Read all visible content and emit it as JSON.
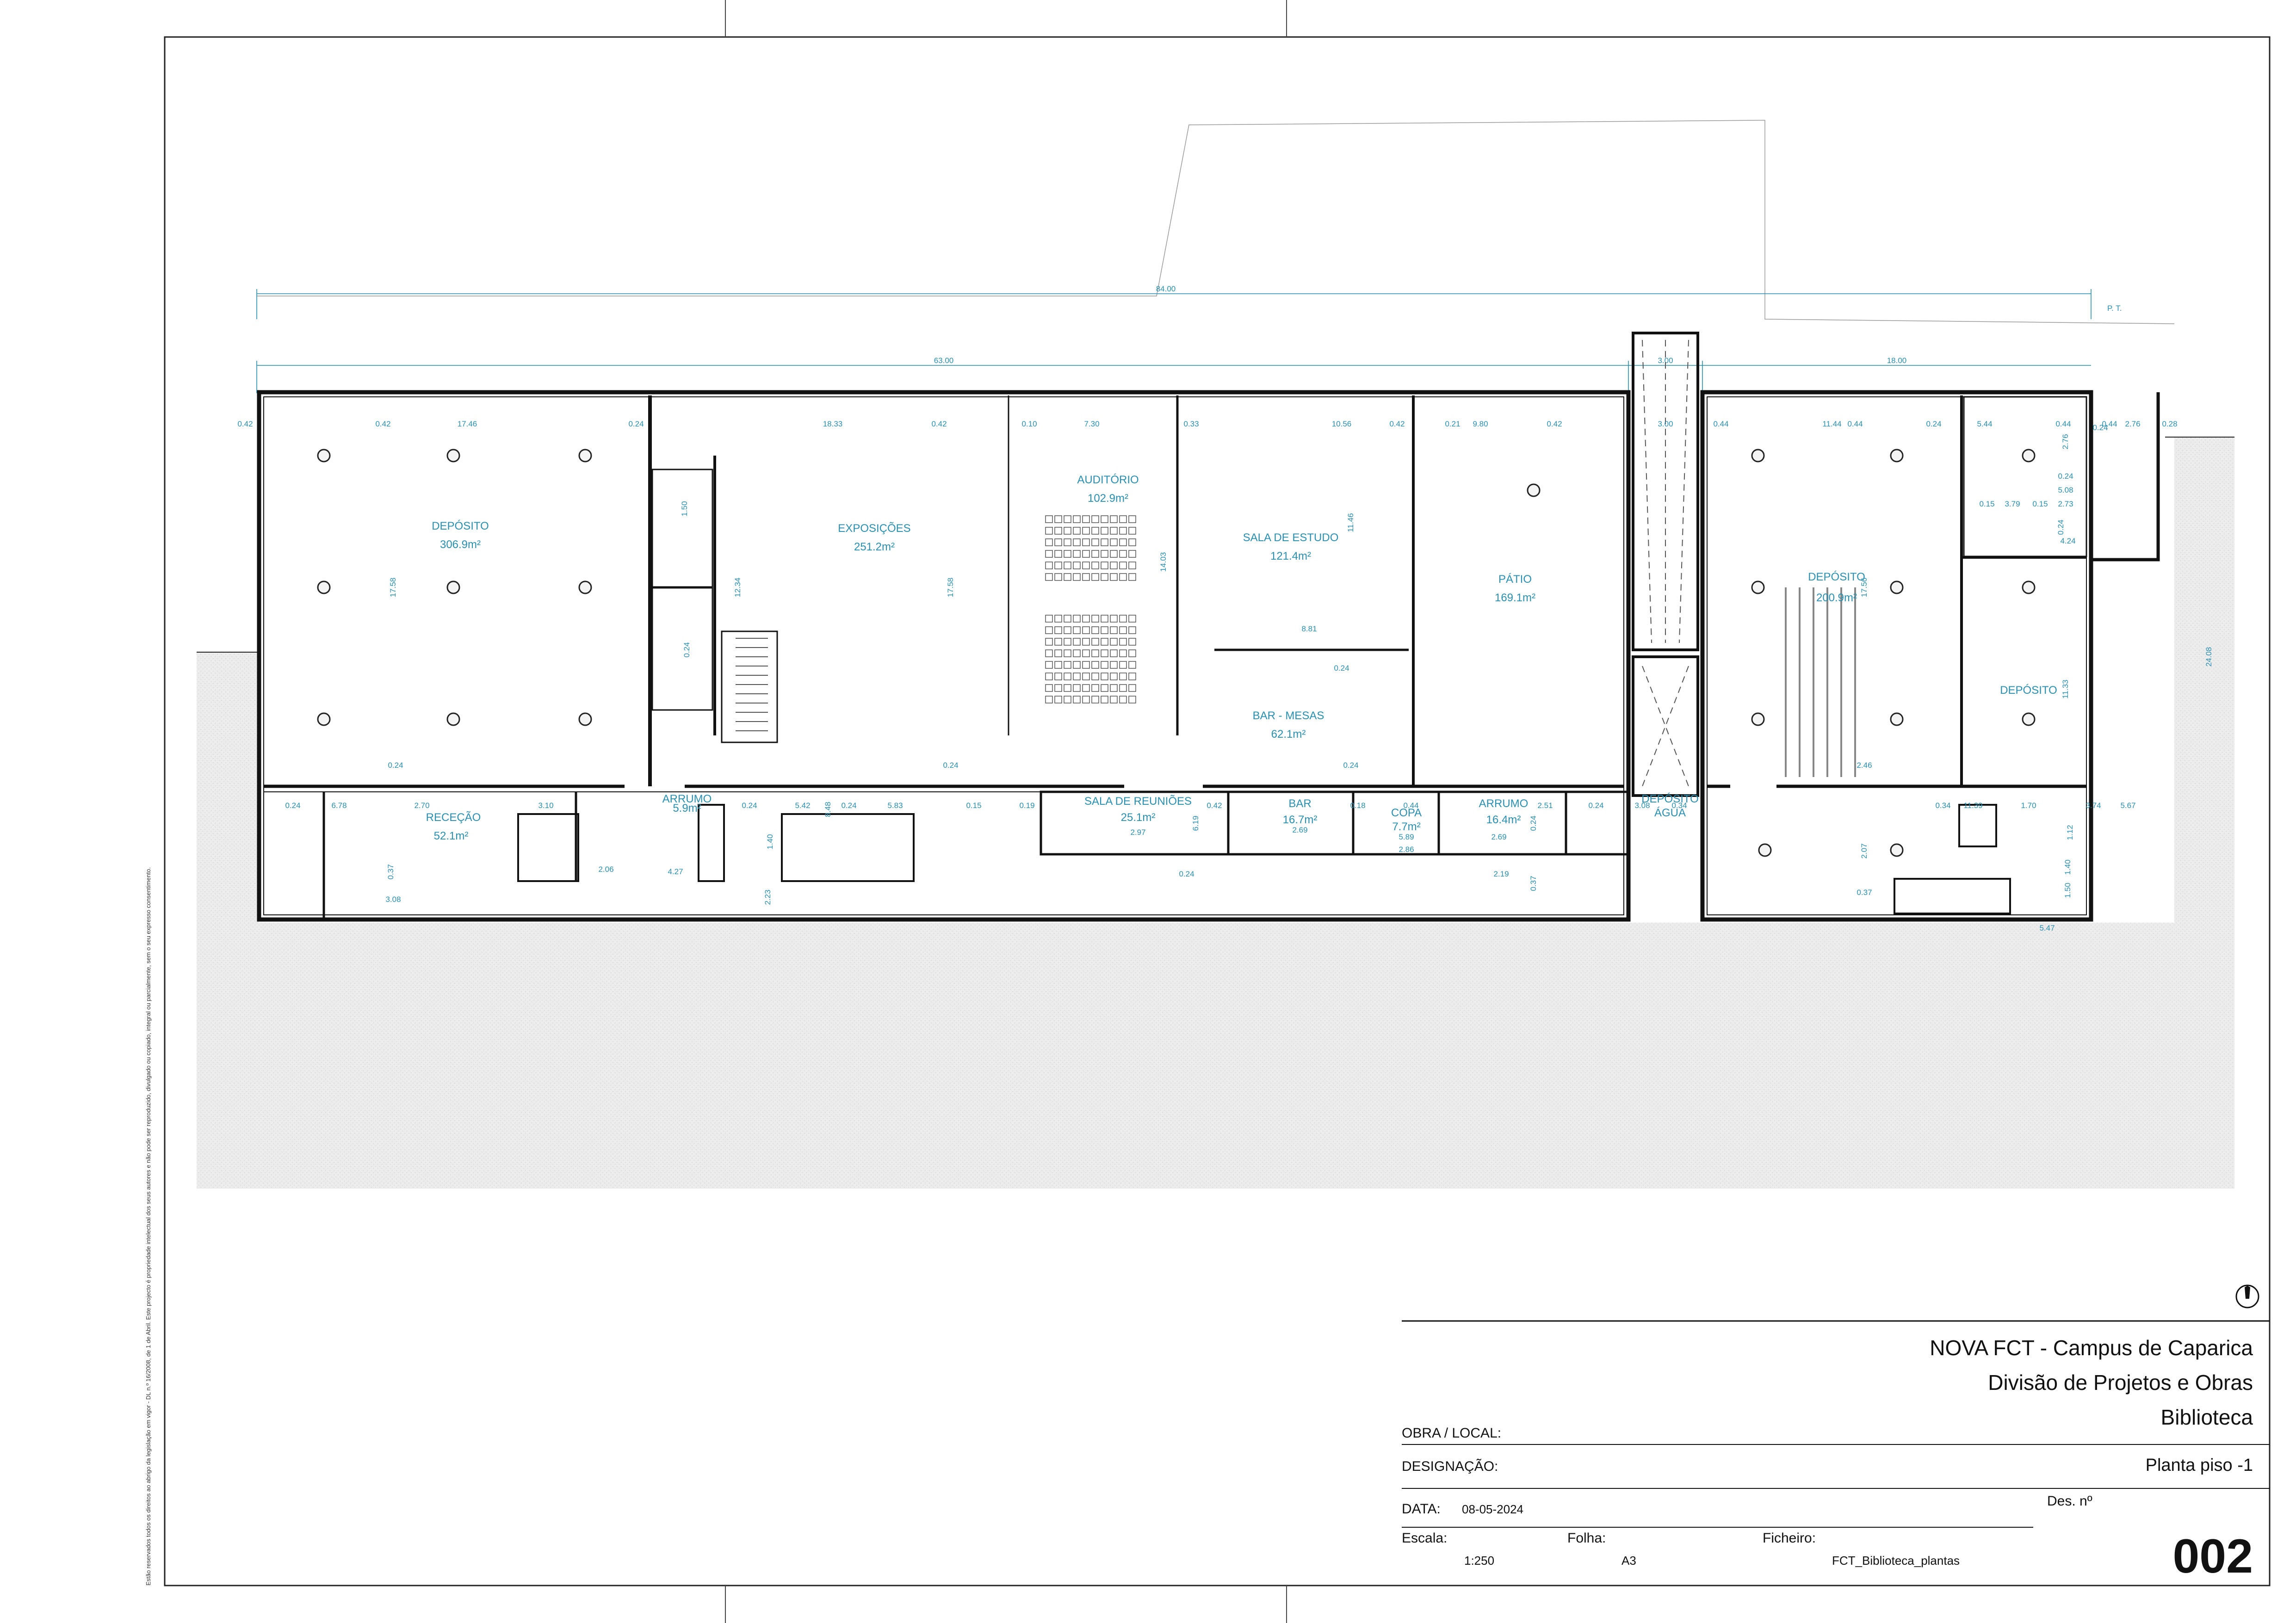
{
  "plan": {
    "top_dimensions": {
      "overall": "84.00",
      "building": "63.00",
      "core": "3.00",
      "east": "18.00",
      "pt": "P. T."
    },
    "rooms": [
      {
        "id": "deposito-west",
        "name": "DEPÓSITO",
        "area": "306.9m²"
      },
      {
        "id": "exposicoes",
        "name": "EXPOSIÇÕES",
        "area": "251.2m²"
      },
      {
        "id": "auditorio",
        "name": "AUDITÓRIO",
        "area": "102.9m²"
      },
      {
        "id": "sala-estudo",
        "name": "SALA DE ESTUDO",
        "area": "121.4m²"
      },
      {
        "id": "bar-mesas",
        "name": "BAR - MESAS",
        "area": "62.1m²"
      },
      {
        "id": "patio",
        "name": "PÁTIO",
        "area": "169.1m²"
      },
      {
        "id": "deposito-east",
        "name": "DEPÓSITO",
        "area": "200.9m²"
      },
      {
        "id": "rececao",
        "name": "RECEÇÃO",
        "area": "52.1m²"
      },
      {
        "id": "arrumo-1",
        "name": "ARRUMO",
        "area": "5.9m²"
      },
      {
        "id": "sala-reunioes",
        "name": "SALA DE REUNIÕES",
        "area": "25.1m²"
      },
      {
        "id": "bar",
        "name": "BAR",
        "area": "16.7m²"
      },
      {
        "id": "copa",
        "name": "COPA",
        "area": "7.7m²"
      },
      {
        "id": "arrumo-2",
        "name": "ARRUMO",
        "area": "16.4m²"
      },
      {
        "id": "deposito-agua",
        "name": "DEPÓSITO\nÁGUA",
        "area": ""
      },
      {
        "id": "deposito-small",
        "name": "DEPÓSITO",
        "area": ""
      }
    ],
    "dimension_labels": [
      "0.42",
      "0.42",
      "17.46",
      "0.24",
      "18.33",
      "0.42",
      "0.10",
      "7.30",
      "0.33",
      "10.56",
      "0.42",
      "0.21",
      "9.80",
      "0.42",
      "3.00",
      "0.44",
      "11.44",
      "0.44",
      "0.24",
      "5.44",
      "0.44",
      "2.76",
      "0.28",
      "0.44",
      "17.58",
      "17.58",
      "12.34",
      "14.03",
      "11.46",
      "17.56",
      "24.08",
      "11.33",
      "8.81",
      "0.24",
      "0.24",
      "0.24",
      "0.24",
      "2.46",
      "0.24",
      "6.78",
      "2.70",
      "3.10",
      "0.24",
      "5.42",
      "0.24",
      "5.83",
      "0.15",
      "0.19",
      "0.42",
      "0.18",
      "0.44",
      "2.51",
      "0.24",
      "3.08",
      "0.34",
      "11.39",
      "0.34",
      "1.70",
      "3.74",
      "5.67",
      "0.37",
      "3.08",
      "2.06",
      "4.27",
      "1.40",
      "2.23",
      "8.48",
      "2.97",
      "6.19",
      "2.69",
      "5.89",
      "2.69",
      "2.86",
      "0.24",
      "0.24",
      "2.19",
      "0.37",
      "0.37",
      "5.47",
      "2.07",
      "1.12",
      "1.40",
      "1.50",
      "0.15",
      "3.79",
      "0.15",
      "2.73",
      "0.24",
      "4.24",
      "2.76",
      "0.24",
      "0.24",
      "5.08",
      "1.50",
      "0.24"
    ]
  },
  "title_block": {
    "institution": "NOVA FCT - Campus de Caparica",
    "division": "Divisão de Projetos e Obras",
    "project": "Biblioteca",
    "obra_label": "OBRA / LOCAL:",
    "designacao_label": "DESIGNAÇÃO:",
    "designacao_value": "Planta piso -1",
    "data_label": "DATA:",
    "data_value": "08-05-2024",
    "des_label": "Des. nº",
    "escala_label": "Escala:",
    "escala_value": "1:250",
    "folha_label": "Folha:",
    "folha_value": "A3",
    "ficheiro_label": "Ficheiro:",
    "ficheiro_value": "FCT_Biblioteca_plantas",
    "drawing_number": "002"
  },
  "copyright_note": "Estão reservados todos os direitos ao abrigo da legislação em vigor - DL n.º 16/2008, de 1 de Abril. Este projecto é propriedade intelectual dos seus autores e não pode ser reproduzido, divulgado ou copiado, integral ou parcialmente, sem o seu expresso consentimento."
}
